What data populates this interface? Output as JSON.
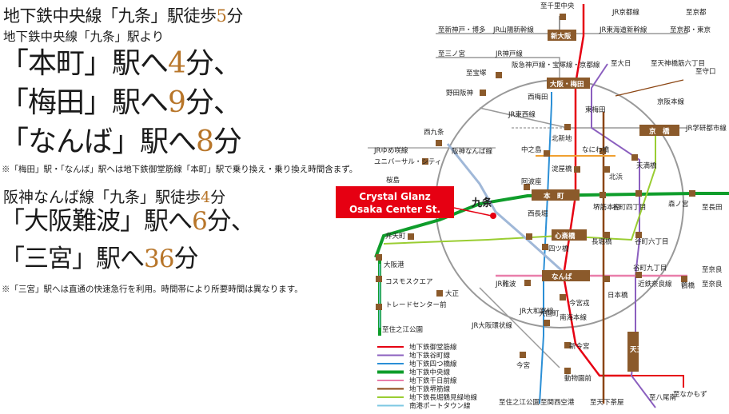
{
  "headline": {
    "line1_pre": "地下鉄中央線「九条」駅徒歩",
    "line1_num": "5",
    "line1_post": "分",
    "line2": "地下鉄中央線「九条」駅より",
    "dest1_name": "「本町」駅へ",
    "dest1_num": "4",
    "dest1_unit": "分、",
    "dest2_name": "「梅田」駅へ",
    "dest2_num": "9",
    "dest2_unit": "分、",
    "dest3_name": "「なんば」駅へ",
    "dest3_num": "8",
    "dest3_unit": "分",
    "note1": "※「梅田」駅・「なんば」駅へは地下鉄御堂筋線「本町」駅で乗り換え・乗り換え時間含まず。",
    "line3_pre": "阪神なんば線「九条」駅徒歩",
    "line3_num": "4",
    "line3_post": "分",
    "dest4_name": "「大阪難波」駅へ",
    "dest4_num": "6",
    "dest4_unit": "分、",
    "dest5_name": "「三宮」駅へ",
    "dest5_num": "36",
    "dest5_unit": "分",
    "note2": "※「三宮」駅へは直通の快速急行を利用。時間帯により所要時間は異なります。"
  },
  "callout": {
    "line1": "Crystal Glanz",
    "line2": "Osaka Center St.",
    "station": "九条"
  },
  "colors": {
    "midosuji": "#e60012",
    "tanimachi": "#8b5fbf",
    "yotsubashi": "#2b8fd6",
    "chuo": "#0f9d2b",
    "sennichimae": "#e97eaa",
    "sakaisuji": "#8b4513",
    "nagahori": "#9acd32",
    "newtram": "#7ec8e3",
    "jr": "#999999",
    "hanshin": "#a0b8d8",
    "station_fill": "#8b5a2b"
  },
  "legend": [
    {
      "label": "地下鉄御堂筋線",
      "color": "#e60012"
    },
    {
      "label": "地下鉄谷町線",
      "color": "#8b5fbf"
    },
    {
      "label": "地下鉄四つ橋線",
      "color": "#2b8fd6"
    },
    {
      "label": "地下鉄中央線",
      "color": "#0f9d2b"
    },
    {
      "label": "地下鉄千日前線",
      "color": "#e97eaa"
    },
    {
      "label": "地下鉄堺筋線",
      "color": "#8b4513"
    },
    {
      "label": "地下鉄長堀鶴見緑地線",
      "color": "#9acd32"
    },
    {
      "label": "南港ポートタウン線",
      "color": "#7ec8e3"
    }
  ],
  "map_labels": {
    "senri": "至千里中央",
    "jr_kyoto_line": "JR京都線",
    "to_kyoto": "至京都",
    "to_shinkobe": "至新神戸・博多",
    "jr_sanyo": "JR山陽新幹線",
    "shin_osaka": "新大阪",
    "jr_tokaido": "JR東海道新幹線",
    "to_tokyo": "至京都・東京",
    "to_sannomiya": "至三ノ宮",
    "jr_kobe": "JR神戸線",
    "to_takarazuka": "至宝塚",
    "hankyu": "阪急神戸線・宝塚線・京都線",
    "to_dainichi": "至大日",
    "to_tenjin": "至天神橋筋六丁目",
    "to_moriguchi": "至守口",
    "noda_hanshin": "野田阪神",
    "umeda": "大阪・梅田",
    "nishi_umeda": "西梅田",
    "higashi_umeda": "東梅田",
    "keihan": "京阪本線",
    "jr_tozai": "JR東西線",
    "kitashinchi": "北新地",
    "kyobashi": "京　橋",
    "jr_gakkentoshi": "JR学研都市線",
    "nishikujo": "西九条",
    "hanshin_namba": "阪神なんば線",
    "nakanoshima": "中之島",
    "naniwabashi": "なにわ橋",
    "jr_yumesaki": "JRゆめ咲線",
    "usj": "ユニバーサル・シティ",
    "sakurajima": "桜島",
    "yodoyabashi": "淀屋橋",
    "kitahama": "北浜",
    "temmabashi": "天満橋",
    "higobashi": "阿波座",
    "kujo": "九条",
    "hommachi": "本　町",
    "sakaisuji_hommachi": "堺筋本町",
    "tanimachi4": "谷町四丁目",
    "morinomiya": "森ノ宮",
    "to_nagata": "至長田",
    "bentencho": "弁天町",
    "nishi_nagahori": "西長堀",
    "shinsaibashi": "心斎橋",
    "nagahoribashi": "長堀橋",
    "tanimachi6": "谷町六丁目",
    "yotsubashi": "四ツ橋",
    "osakako": "大阪港",
    "namba": "なんば",
    "nippombashi": "日本橋",
    "tanimachi9": "谷町九丁目",
    "kintetsu_namba": "近鉄奈良線",
    "tsuruhashi": "鶴橋",
    "to_nara": "至奈良",
    "to_osakauehonmachi": "至奈良",
    "cosmo": "コスモスクエア",
    "taisho": "大正",
    "jr_namba": "JR難波",
    "trade_center": "トレードセンター前",
    "sumiyoshi": "至住之江公園",
    "jr_yamatoji": "JR大和路線",
    "daikokucho": "大国町",
    "imamiya_ebisu": "今宮戎",
    "nankai": "南海本線",
    "jr_osaka_loop": "JR大阪環状線",
    "shin_imamiya": "新今宮",
    "tennoji": "天王寺",
    "imamiya": "今宮",
    "dobutsuen": "動物園前",
    "to_sumiyoshi2": "至住之江公園",
    "to_kansai": "至関西空港",
    "to_tengachaya": "至天下茶屋",
    "to_yao": "至八尾南",
    "to_nakamozu": "至なかもず"
  }
}
